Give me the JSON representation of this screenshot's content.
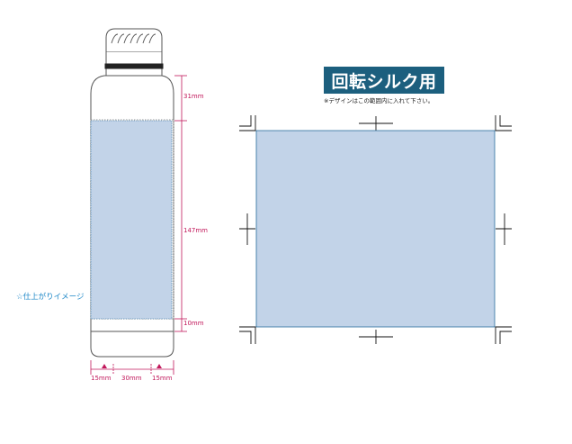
{
  "bottle": {
    "dimensions": {
      "top_margin": "31mm",
      "print_height": "147mm",
      "bottom_margin": "10mm",
      "left_margin": "15mm",
      "print_width": "30mm",
      "right_margin": "15mm"
    },
    "preview_label": "☆仕上がりイメージ"
  },
  "template": {
    "title": "回転シルク用",
    "note": "※デザインはこの範囲内に入れて下さい。"
  },
  "colors": {
    "print_area_fill": "#c2d3e8",
    "print_area_border": "#2a6f9e",
    "title_bg": "#1c5f7e",
    "dimension_line": "#c2185b",
    "preview_text": "#1e88c8"
  }
}
